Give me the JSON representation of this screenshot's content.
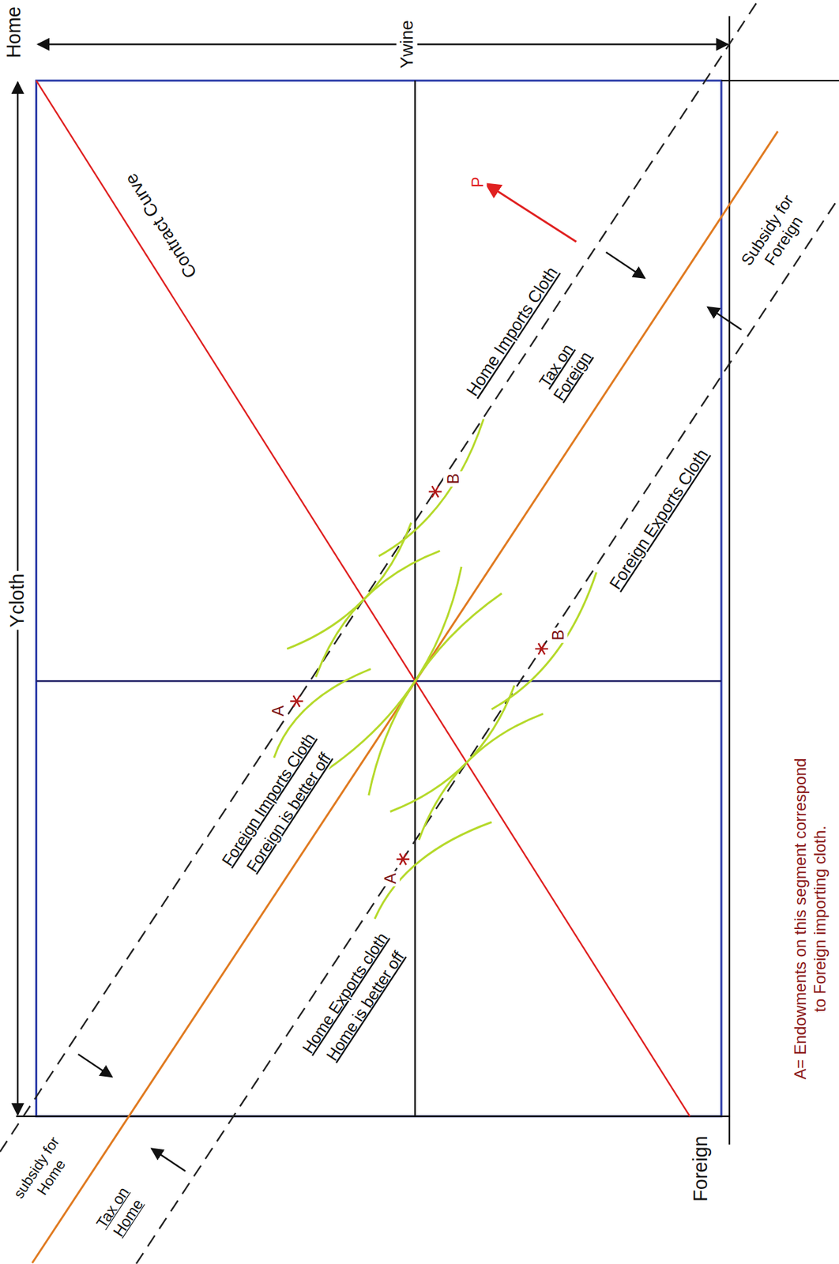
{
  "diagram": {
    "labels": [
      "Home",
      "Ycloth",
      "Ywine",
      "Contract Curve",
      "P",
      "Home Imports Cloth",
      "Tax on Foreign",
      "Subsidy for Foreign",
      "Foreign Exports Cloth",
      "A",
      "B",
      "A",
      "B",
      "Foreign Imports Cloth",
      "Foreign is better off",
      "Home Exports cloth",
      "Home is better off",
      "subsidy for Home",
      "Tax on Home",
      "Foreign",
      "A= Endowments on this segment correspond to Foreign importing cloth."
    ]
  }
}
